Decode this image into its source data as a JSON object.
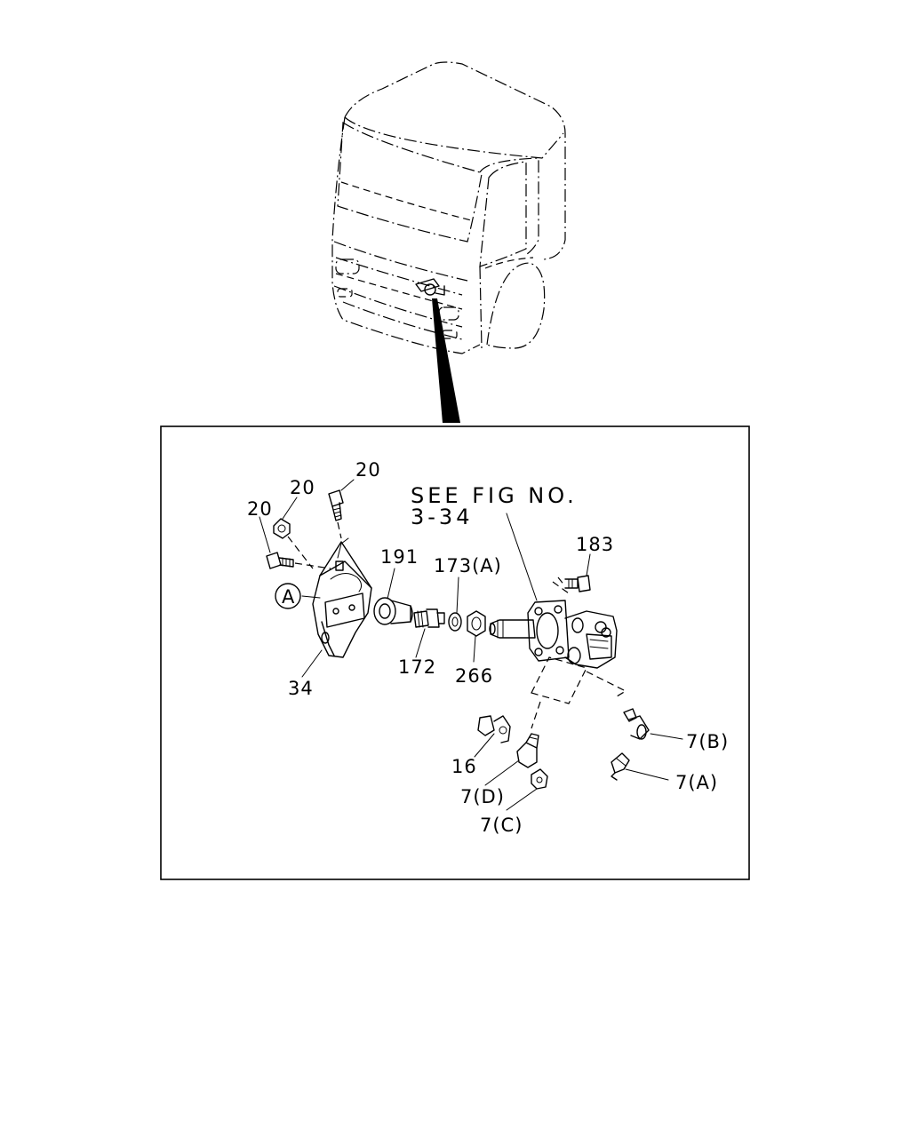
{
  "reference_note": {
    "line1": "SEE FIG NO.",
    "line2": "3-34"
  },
  "callouts": {
    "bolt_top": "20",
    "nut_left": "20",
    "bolt_left": "20",
    "detail_a": "A",
    "bracket": "34",
    "eye_joint": "191",
    "union_bolt": "172",
    "washer": "173(A)",
    "nut_266": "266",
    "bolt_183": "183",
    "sensor_16": "16",
    "fitting_7d": "7(D)",
    "fitting_7c": "7(C)",
    "fitting_7b": "7(B)",
    "fitting_7a": "7(A)"
  }
}
